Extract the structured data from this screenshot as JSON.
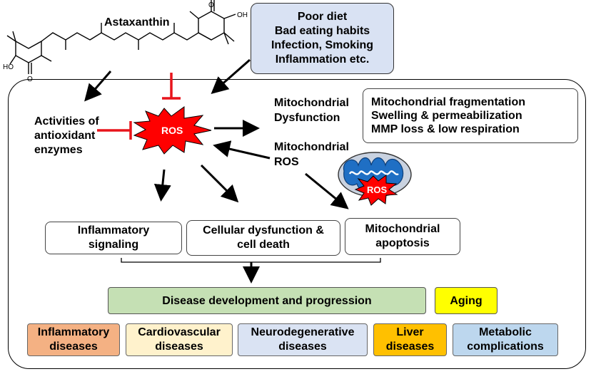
{
  "molecule": {
    "name": "Astaxanthin",
    "hydroxyl_left": "HO",
    "hydroxyl_right": "OH",
    "oxo_left": "O",
    "oxo_right": "O"
  },
  "risk_factors": [
    "Poor diet",
    "Bad eating habits",
    "Infection, Smoking",
    "Inflammation etc."
  ],
  "antioxidant_label": [
    "Activities of",
    "antioxidant",
    "enzymes"
  ],
  "ros_label": "ROS",
  "mito_dysfunction_label": [
    "Mitochondrial",
    "Dysfunction"
  ],
  "mito_ros_label": [
    "Mitochondrial",
    "ROS"
  ],
  "mito_effects": [
    "Mitochondrial fragmentation",
    "Swelling & permeabilization",
    "MMP loss & low respiration"
  ],
  "mito_icon_label": "ROS",
  "outcomes": [
    [
      "Inflammatory",
      "signaling"
    ],
    [
      "Cellular dysfunction &",
      "cell death"
    ],
    [
      "Mitochondrial",
      "apoptosis"
    ]
  ],
  "disease_development": "Disease development and progression",
  "aging": "Aging",
  "diseases": [
    {
      "lines": [
        "Inflammatory",
        "diseases"
      ],
      "color": "#f4b183"
    },
    {
      "lines": [
        "Cardiovascular",
        "diseases"
      ],
      "color": "#fff2cc"
    },
    {
      "lines": [
        "Neurodegenerative",
        "diseases"
      ],
      "color": "#dae3f3"
    },
    {
      "lines": [
        "Liver",
        "diseases"
      ],
      "color": "#ffc000"
    },
    {
      "lines": [
        "Metabolic",
        "complications"
      ],
      "color": "#bdd7ee"
    }
  ],
  "colors": {
    "inhibit": "#e8141b",
    "ros_fill": "#ff0000",
    "mito_fill": "#1f6fc4",
    "mito_bg": "#c9d2e0"
  }
}
